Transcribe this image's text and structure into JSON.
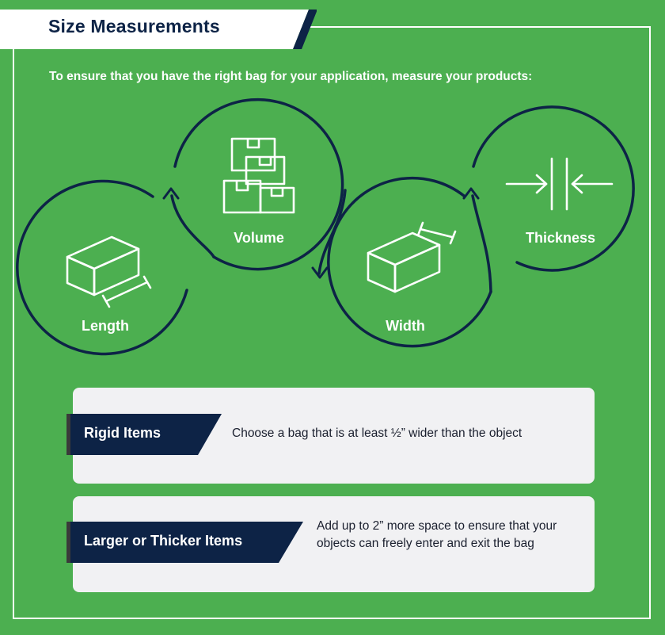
{
  "header": {
    "title": "Size Measurements"
  },
  "intro": "To ensure that you have the right bag for your application, measure your products:",
  "measurements": [
    {
      "label": "Length",
      "icon": "box-length-icon"
    },
    {
      "label": "Volume",
      "icon": "stacked-boxes-icon"
    },
    {
      "label": "Width",
      "icon": "box-width-icon"
    },
    {
      "label": "Thickness",
      "icon": "thickness-arrows-icon"
    }
  ],
  "tips": [
    {
      "tag": "Rigid Items",
      "text": "Choose a bag that is at least ½” wider than the object"
    },
    {
      "tag": "Larger or Thicker Items",
      "text": "Add up to 2” more space to ensure that your objects can freely enter and exit the bag"
    }
  ],
  "colors": {
    "background": "#4caf50",
    "navy": "#0d2346",
    "card": "#f1f1f3",
    "white": "#ffffff"
  }
}
